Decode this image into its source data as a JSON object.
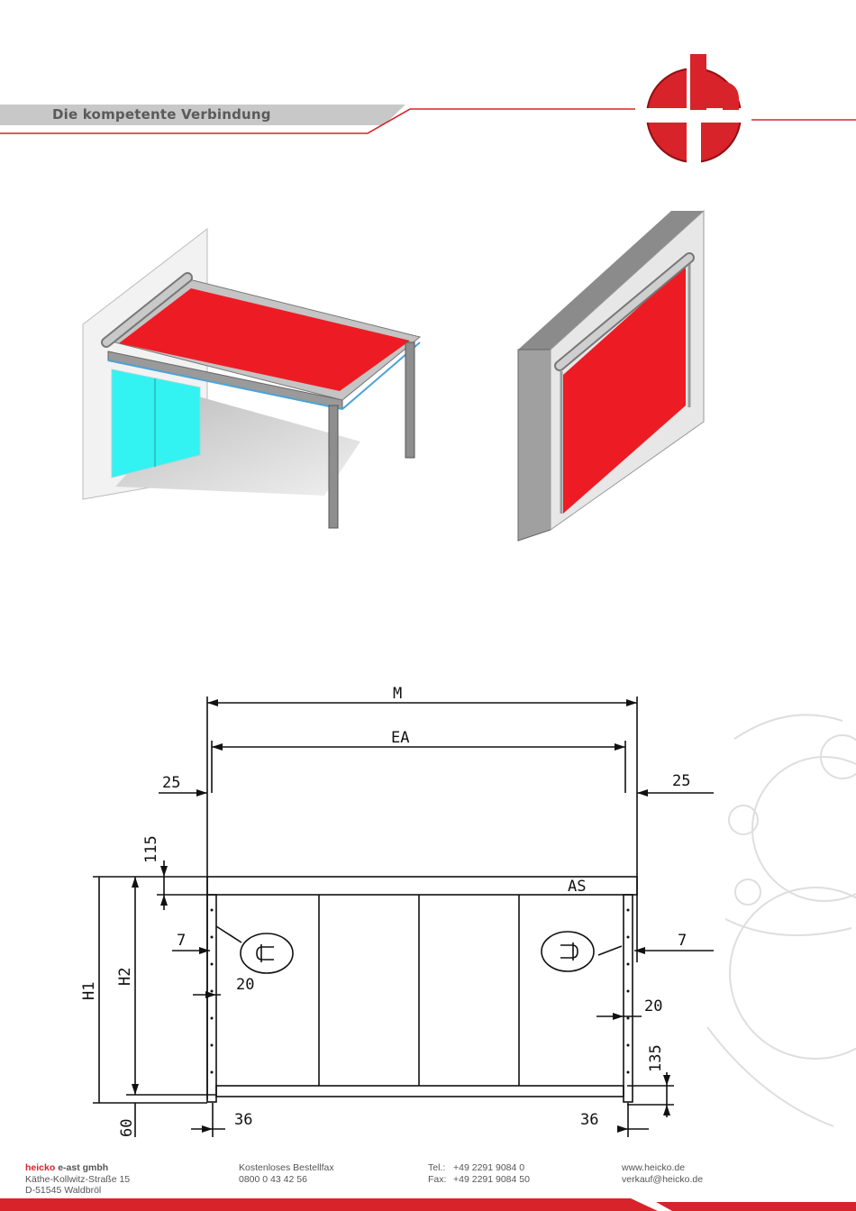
{
  "header": {
    "tagline": "Die kompetente Verbindung",
    "logo_letters": "ch",
    "brand_color": "#d8232a"
  },
  "drawing": {
    "labels": {
      "m": "M",
      "ea": "EA",
      "as": "AS",
      "h1": "H1",
      "h2": "H2",
      "left_25": "25",
      "right_25": "25",
      "d115": "115",
      "left_7": "7",
      "right_7": "7",
      "left_20": "20",
      "right_20": "20",
      "d135": "135",
      "d60": "60",
      "left_36": "36",
      "right_36": "36"
    }
  },
  "footer": {
    "brand": "heicko",
    "company_rest": "e-ast gmbh",
    "street": "Käthe-Kollwitz-Straße 15",
    "city": "D-51545 Waldbröl",
    "fax_free_label": "Kostenloses Bestellfax",
    "fax_free_number": "0800 0 43 42 56",
    "tel_label": "Tel.:",
    "tel": "+49 2291 9084 0",
    "fax_label": "Fax:",
    "fax": "+49 2291 9084 50",
    "web": "www.heicko.de",
    "email": "verkauf@heicko.de"
  }
}
